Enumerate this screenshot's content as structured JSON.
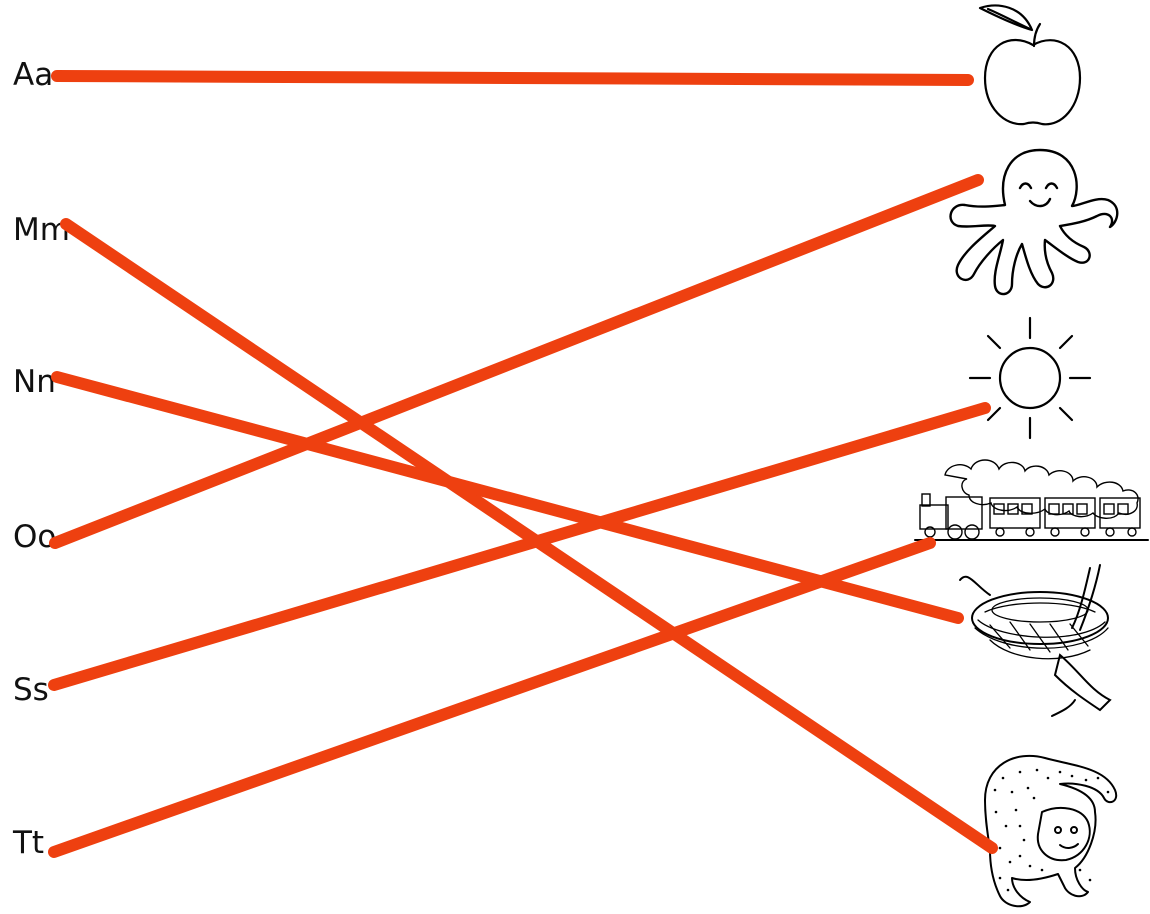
{
  "worksheet": {
    "letters": [
      {
        "text": "Aa",
        "key": "a"
      },
      {
        "text": "Mm",
        "key": "m"
      },
      {
        "text": "Nn",
        "key": "n"
      },
      {
        "text": "Oo",
        "key": "o"
      },
      {
        "text": "Ss",
        "key": "s"
      },
      {
        "text": "Tt",
        "key": "t"
      }
    ],
    "pictures": [
      {
        "icon": "apple-icon",
        "key": "apple"
      },
      {
        "icon": "octopus-icon",
        "key": "octopus"
      },
      {
        "icon": "sun-icon",
        "key": "sun"
      },
      {
        "icon": "train-icon",
        "key": "train"
      },
      {
        "icon": "nest-icon",
        "key": "nest"
      },
      {
        "icon": "monkey-icon",
        "key": "monkey"
      }
    ],
    "matches": [
      {
        "letter": "a",
        "picture": "apple"
      },
      {
        "letter": "m",
        "picture": "monkey"
      },
      {
        "letter": "n",
        "picture": "nest"
      },
      {
        "letter": "o",
        "picture": "octopus"
      },
      {
        "letter": "s",
        "picture": "sun"
      },
      {
        "letter": "t",
        "picture": "train"
      }
    ],
    "line_color": "#ee4010"
  }
}
